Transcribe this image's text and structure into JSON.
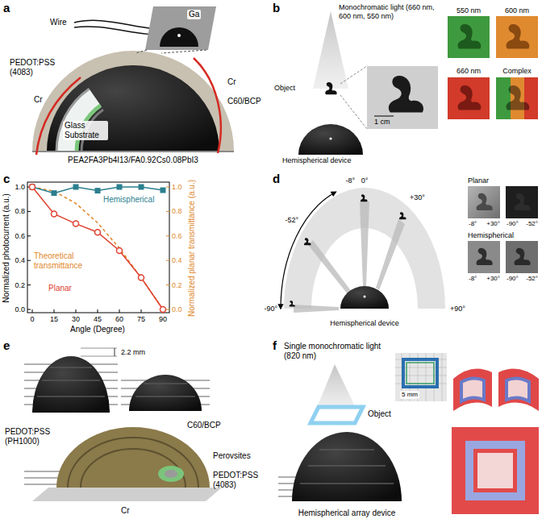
{
  "diagram": {
    "labels": [
      "a",
      "Wire",
      "Ga",
      "PEDOT:PSS (4083)",
      "Cr",
      "Cr",
      "C60/BCP",
      "Glass Substrate",
      "PEA2FA3Pb4I13/FA0.92Cs0.08PbI3",
      "b",
      "Monochromatic light (660 nm, 600 nm, 550 nm)",
      "Object",
      "1 cm",
      "Hemispherical device",
      "550 nm",
      "600 nm",
      "660 nm",
      "Complex",
      "c",
      "1.0",
      "0.8",
      "0.6",
      "0.4",
      "0.2",
      "0.0",
      "1.0",
      "0.8",
      "0.6",
      "0.4",
      "0.2",
      "0.0",
      "0",
      "15",
      "30",
      "45",
      "60",
      "75",
      "90",
      "Normalized photocurrent (a.u.)",
      "Normalized planar transmittance (a.u.)",
      "Angle (Degree)",
      "Hemispherical",
      "Theoretical transmittance",
      "Planar",
      "d",
      "0°",
      "-8°",
      "+30°",
      "-52°",
      "-90°",
      "+90°",
      "Hemispherical device",
      "Planar",
      "-8°",
      "+30°",
      "-90°",
      "-52°",
      "Hemispherical",
      "-8°",
      "+30°",
      "-90°",
      "-52°",
      "e",
      "2.2 mm",
      "PEDOT:PSS (PH1000)",
      "C60/BCP",
      "Perovsites",
      "PEDOT:PSS (4083)",
      "Cr",
      "f",
      "Single monochromatic light (820 nm)",
      "Object",
      "5 mm",
      "Hemispherical array device"
    ]
  }
}
